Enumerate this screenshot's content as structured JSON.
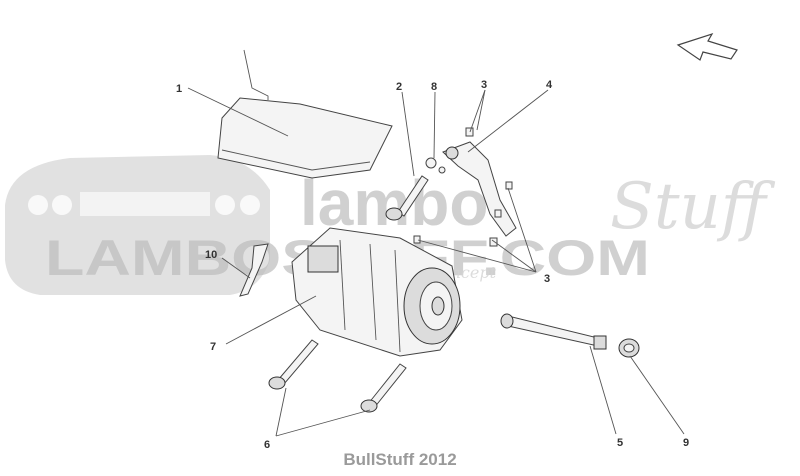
{
  "callouts": [
    "1",
    "2",
    "8",
    "3",
    "4",
    "10",
    "3",
    "7",
    "5",
    "9",
    "6"
  ],
  "watermark": {
    "brand": "LAMBOSTUFF.COM",
    "word": "lambo",
    "script": "Stuff",
    "concept": "concept"
  },
  "footer": "BullStuff 2012",
  "colors": {
    "line": "#555555",
    "part": "#f4f4f4",
    "watermark": "#bdbdbd",
    "footer": "#9a9a9a"
  }
}
